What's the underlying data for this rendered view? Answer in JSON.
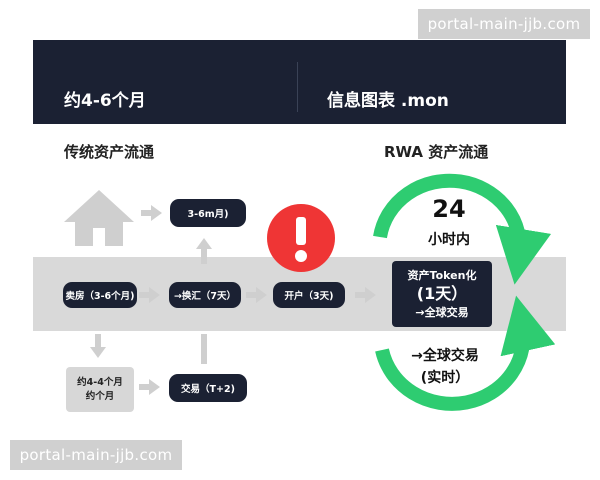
{
  "header": {
    "left_title": "约4-6个月",
    "right_title": "信息图表 .mon"
  },
  "watermarks": {
    "top": "portal-main-jjb.com",
    "bottom": "portal-main-jjb.com"
  },
  "traditional": {
    "title": "传统资产流通",
    "top_step": "3-6m月)",
    "main_steps": [
      "卖房（3-6个月)",
      "→换汇（7天）",
      "开户（3天)"
    ],
    "bottom_box": [
      "约4-4个月",
      "约个月"
    ],
    "bottom_step": "交易（T+2)"
  },
  "rwa": {
    "title": "RWA 资产流通",
    "hours_value": "24",
    "hours_label": "小时内",
    "box_line1": "资产Token化",
    "box_line2": "(1天）",
    "box_line3": "→全球交易",
    "bottom_line1": "→全球交易",
    "bottom_line2": "(实时）"
  },
  "colors": {
    "navy": "#1b2133",
    "green": "#2ecc71",
    "red": "#ef3535",
    "gray_icon": "#cfcfcf",
    "band": "#d9d9d9"
  },
  "icons": [
    "house-icon",
    "warning-icon",
    "arrow-right-icon",
    "arrow-up-icon",
    "arrow-down-icon",
    "cycle-arrow-icon"
  ]
}
